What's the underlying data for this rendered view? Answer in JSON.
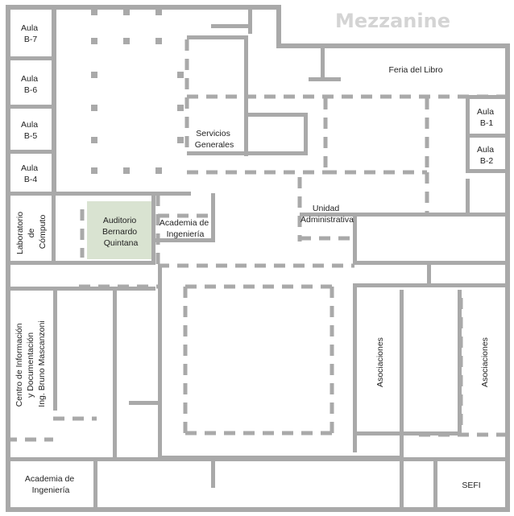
{
  "title": "Mezzanine",
  "rooms": [
    {
      "id": "aula-b7",
      "lines": [
        "Aula",
        "B-7"
      ]
    },
    {
      "id": "aula-b6",
      "lines": [
        "Aula",
        "B-6"
      ]
    },
    {
      "id": "aula-b5",
      "lines": [
        "Aula",
        "B-5"
      ]
    },
    {
      "id": "aula-b4",
      "lines": [
        "Aula",
        "B-4"
      ]
    },
    {
      "id": "aula-b1",
      "lines": [
        "Aula",
        "B-1"
      ]
    },
    {
      "id": "aula-b2",
      "lines": [
        "Aula",
        "B-2"
      ]
    },
    {
      "id": "feria-del-libro",
      "lines": [
        "Feria del Libro"
      ]
    },
    {
      "id": "servicios-generales",
      "lines": [
        "Servicios",
        "Generales"
      ]
    },
    {
      "id": "laboratorio-computo",
      "lines": [
        "Laboratorio",
        "de",
        "Cómputo"
      ]
    },
    {
      "id": "auditorio-bernardo-quintana",
      "lines": [
        "Auditorio",
        "Bernardo",
        "Quintana"
      ]
    },
    {
      "id": "academia-ingenieria-1",
      "lines": [
        "Academia de",
        "Ingeniería"
      ]
    },
    {
      "id": "unidad-administrativa",
      "lines": [
        "Unidad",
        "Administrativa"
      ]
    },
    {
      "id": "centro-informacion",
      "lines": [
        "Centro de Información",
        "y Documentación",
        "Ing. Bruno Mascanzoni"
      ]
    },
    {
      "id": "asociaciones-1",
      "lines": [
        "Asociaciones"
      ]
    },
    {
      "id": "asociaciones-2",
      "lines": [
        "Asociaciones"
      ]
    },
    {
      "id": "academia-ingenieria-2",
      "lines": [
        "Academia de",
        "Ingeniería"
      ]
    },
    {
      "id": "sefi",
      "lines": [
        "SEFI"
      ]
    }
  ],
  "colors": {
    "wall": "#a9a9a9",
    "highlight": "#d9e3d1",
    "title": "#d4d4d4"
  }
}
